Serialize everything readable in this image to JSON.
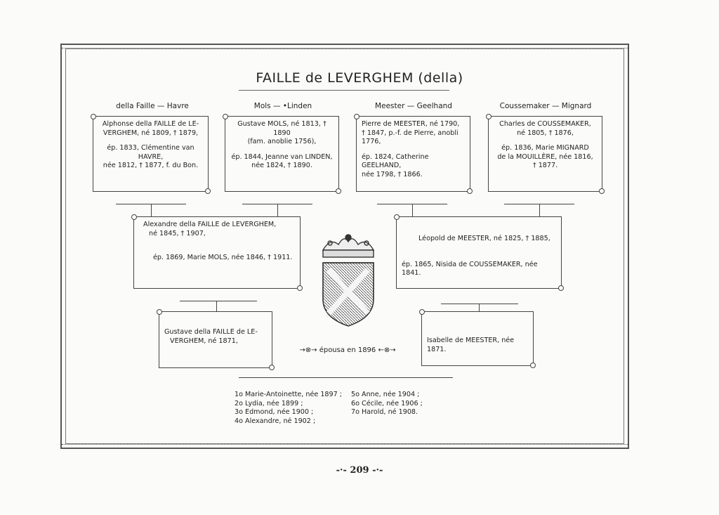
{
  "title": "FAILLE de LEVERGHEM (della)",
  "columns": [
    "della Faille — Havre",
    "Mols — •Linden",
    "Meester — Geelhand",
    "Coussemaker — Mignard"
  ],
  "gen1": [
    {
      "l1": "Alphonse della FAILLE de LE-",
      "l2": "VERGHEM, né 1809, † 1879,",
      "l3": "ép. 1833, Clémentine van HAVRE,",
      "l4": "née 1812, † 1877, f. du Bon."
    },
    {
      "l1": "Gustave MOLS, né 1813, † 1890",
      "l2": "(fam. anoblie 1756),",
      "l3": "ép. 1844, Jeanne van LINDEN,",
      "l4": "née 1824, † 1890."
    },
    {
      "l1": "Pierre de MEESTER, né 1790,",
      "l2": "† 1847, p.-f. de Pierre, anobli",
      "l2b": "1776,",
      "l3": "ép. 1824, Catherine GEELHAND,",
      "l4": "née 1798, † 1866."
    },
    {
      "l1": "Charles de COUSSEMAKER,",
      "l2": "né 1805, † 1876,",
      "l3": "ép. 1836, Marie MIGNARD",
      "l3b": "de la MOUILLÈRE, née 1816,",
      "l4": "† 1877."
    }
  ],
  "gen2": [
    {
      "l1": "Alexandre della FAILLE de LEVERGHEM,",
      "l2": "né 1845, † 1907,",
      "l3": "ép. 1869, Marie MOLS, née 1846, † 1911."
    },
    {
      "l1": "Léopold de MEESTER, né 1825, † 1885,",
      "l3": "ép. 1865, Nisida de COUSSEMAKER, née 1841."
    }
  ],
  "gen3": [
    {
      "l1": "Gustave della FAILLE de LE-",
      "l2": "VERGHEM, né 1871,"
    },
    {
      "l1": "Isabelle de MEESTER, née 1871."
    }
  ],
  "epousa": "→⊗→  épousa en 1896  ←⊗→",
  "children_left": [
    "1o Marie-Antoinette, née 1897 ;",
    "2o Lydia, née 1899 ;",
    "3o Edmond, née 1900 ;",
    "4o Alexandre, né 1902 ;"
  ],
  "children_right": [
    "5o Anne, née 1904 ;",
    "6o Cécile, née 1906 ;",
    "7o Harold, né 1908."
  ],
  "page_number": "-·- 209 -·-"
}
